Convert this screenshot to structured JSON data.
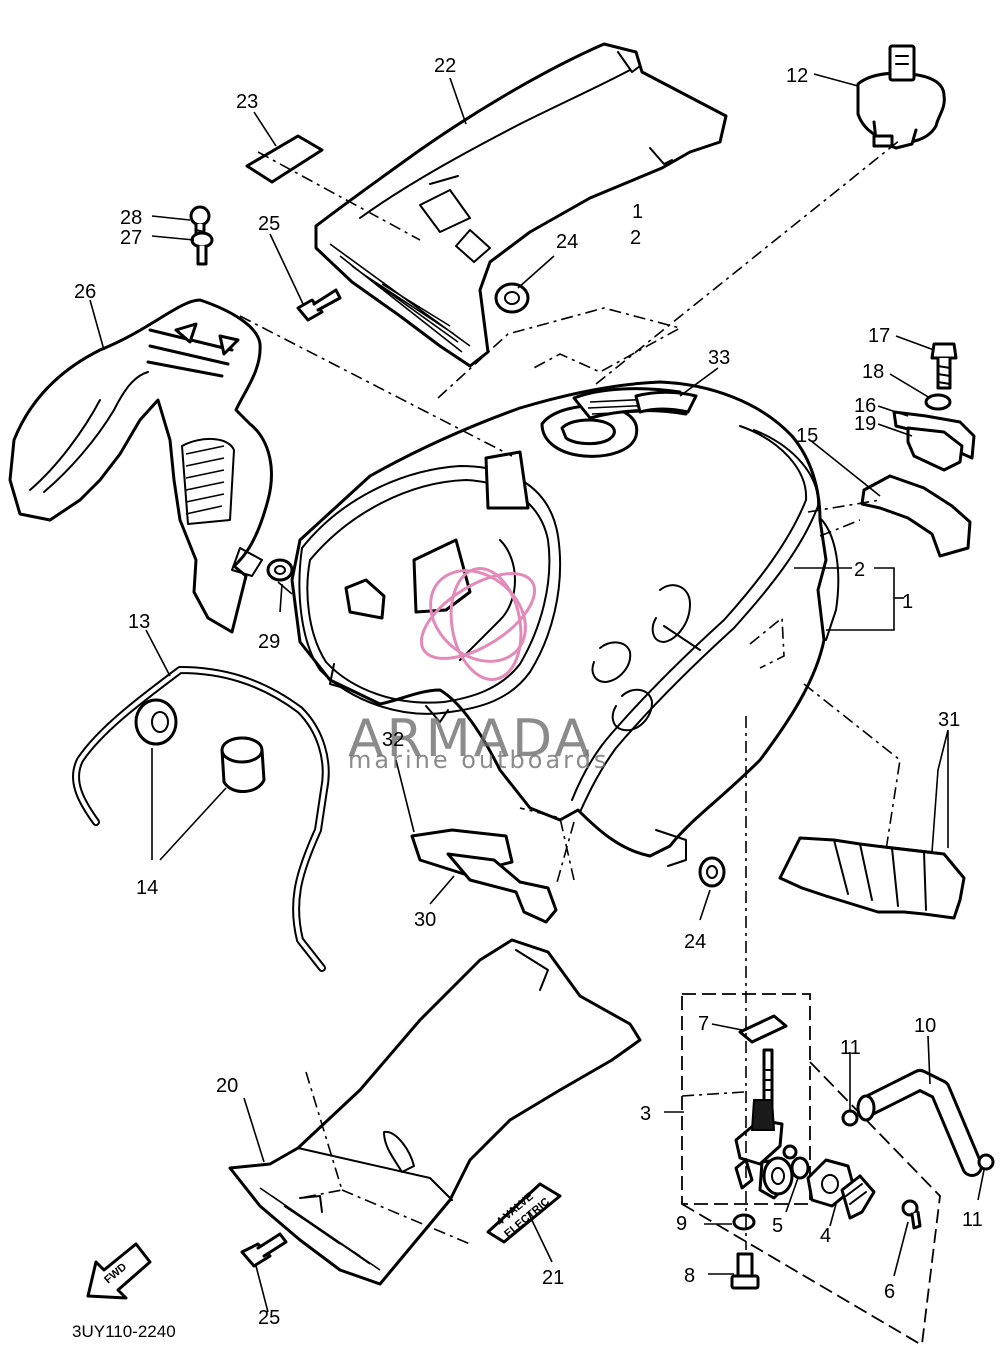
{
  "diagram": {
    "drawing_code": "3UY110-2240",
    "callouts": [
      "1",
      "2",
      "3",
      "4",
      "5",
      "6",
      "7",
      "8",
      "9",
      "10",
      "11",
      "12",
      "13",
      "14",
      "15",
      "16",
      "17",
      "18",
      "19",
      "20",
      "21",
      "22",
      "23",
      "24",
      "25",
      "26",
      "27",
      "28",
      "29",
      "30",
      "31",
      "32",
      "33"
    ],
    "fraction": {
      "numerator": "1",
      "denominator": "2"
    },
    "decal_text": {
      "line1": "4 VALVE",
      "line2": "ELECTRIC"
    },
    "direction_arrow": "FWD"
  },
  "watermark": {
    "brand": "ARMADA",
    "tagline": "marine outboards",
    "accent_color": "#e48ab8"
  }
}
